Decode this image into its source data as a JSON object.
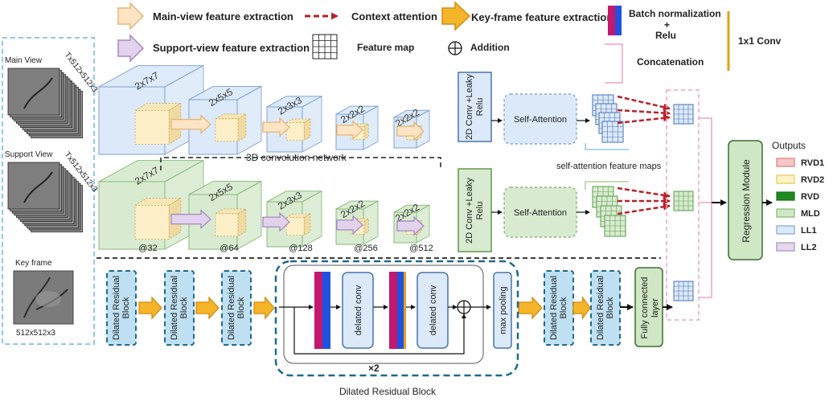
{
  "legend": {
    "main_view_extraction": "Main-view feature extraction",
    "context_attention": "Context attention",
    "keyframe_extraction": "Key-frame feature extraction",
    "bn_relu_line1": "Batch normalization",
    "bn_relu_line2": "+",
    "bn_relu_line3": "Relu",
    "conv1x1": "1x1 Conv",
    "support_view_extraction": "Support-view feature extraction",
    "feature_map": "Feature map",
    "addition": "Addition",
    "concatenation": "Concatenation"
  },
  "inputs": {
    "main_view_label": "Main View",
    "main_view_dims": "Tx512x512x3",
    "support_view_label": "Support View",
    "support_view_dims": "Tx512x512x3",
    "key_frame_label": "Key frame",
    "key_frame_dims": "512x512x3"
  },
  "conv3d": {
    "kernels": [
      "2x7x7",
      "2x5x5",
      "2x3x3",
      "2x2x2",
      "2x2x2"
    ],
    "channels": [
      "@32",
      "@64",
      "@128",
      "@256",
      "@512"
    ],
    "network_label": "3D convolution network",
    "conv2d_label_line1": "2D Conv +Leaky",
    "conv2d_label_line2": "Relu",
    "self_attention": "Self-Attention",
    "sa_maps_label": "self-attention feature maps"
  },
  "keyframe_branch": {
    "dilated_block_line1": "Dilated Residual",
    "dilated_block_line2": "Block",
    "dilated_conv": "delated conv",
    "max_pooling": "max pooling",
    "repeat": "×2",
    "expanded_caption": "Dilated Residual Block",
    "fc_line1": "Fully connected",
    "fc_line2": "layer"
  },
  "regression_module": "Regression Module",
  "outputs": {
    "title": "Outputs",
    "items": [
      {
        "label": "RVD1",
        "fill": "#f6c7c7",
        "stroke": "#e07b7b"
      },
      {
        "label": "RVD2",
        "fill": "#fff3c4",
        "stroke": "#e6c65a"
      },
      {
        "label": "RVD",
        "fill": "#1e8a1e",
        "stroke": "#137013"
      },
      {
        "label": "MLD",
        "fill": "#cfe7c4",
        "stroke": "#84b86e"
      },
      {
        "label": "LL1",
        "fill": "#dbe9fb",
        "stroke": "#7fa6d6"
      },
      {
        "label": "LL2",
        "fill": "#e6d9ef",
        "stroke": "#a58bbd"
      }
    ]
  },
  "colors": {
    "main_cube": "#dce9f9",
    "support_cube": "#d8ebd0",
    "arrow_main": "#fce4c4",
    "arrow_support": "#e3d2ee",
    "arrow_key": "#f5b52a",
    "context_attention": "#b8222a",
    "bn_magenta": "#c2186e",
    "bn_blue": "#1f52e0",
    "conv1x1": "#e0a21b"
  }
}
